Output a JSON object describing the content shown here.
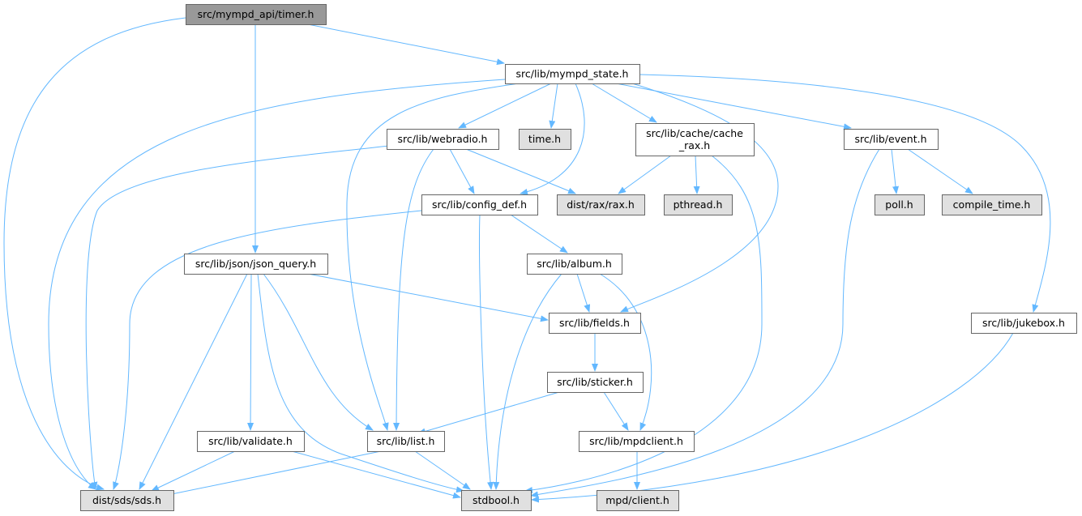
{
  "graph_title": "src/mympd_api/timer.h",
  "colors": {
    "edge": "#63b8ff",
    "root_fill": "#999999",
    "internal_fill": "#ffffff",
    "external_fill": "#e0e0e0",
    "border": "#666666"
  },
  "nodes": {
    "timer": {
      "label": [
        "src/mympd_api/timer.h"
      ],
      "kind": "root"
    },
    "mympd_state": {
      "label": [
        "src/lib/mympd_state.h"
      ],
      "kind": "internal"
    },
    "webradio": {
      "label": [
        "src/lib/webradio.h"
      ],
      "kind": "internal"
    },
    "time": {
      "label": [
        "time.h"
      ],
      "kind": "external"
    },
    "cache_rax": {
      "label": [
        "src/lib/cache/cache",
        "_rax.h"
      ],
      "kind": "internal"
    },
    "event": {
      "label": [
        "src/lib/event.h"
      ],
      "kind": "internal"
    },
    "config_def": {
      "label": [
        "src/lib/config_def.h"
      ],
      "kind": "internal"
    },
    "rax": {
      "label": [
        "dist/rax/rax.h"
      ],
      "kind": "external"
    },
    "pthread": {
      "label": [
        "pthread.h"
      ],
      "kind": "external"
    },
    "poll": {
      "label": [
        "poll.h"
      ],
      "kind": "external"
    },
    "compile_time": {
      "label": [
        "compile_time.h"
      ],
      "kind": "external"
    },
    "json_query": {
      "label": [
        "src/lib/json/json_query.h"
      ],
      "kind": "internal"
    },
    "album": {
      "label": [
        "src/lib/album.h"
      ],
      "kind": "internal"
    },
    "fields": {
      "label": [
        "src/lib/fields.h"
      ],
      "kind": "internal"
    },
    "jukebox": {
      "label": [
        "src/lib/jukebox.h"
      ],
      "kind": "internal"
    },
    "sticker": {
      "label": [
        "src/lib/sticker.h"
      ],
      "kind": "internal"
    },
    "validate": {
      "label": [
        "src/lib/validate.h"
      ],
      "kind": "internal"
    },
    "list": {
      "label": [
        "src/lib/list.h"
      ],
      "kind": "internal"
    },
    "mpdclient": {
      "label": [
        "src/lib/mpdclient.h"
      ],
      "kind": "internal"
    },
    "sds": {
      "label": [
        "dist/sds/sds.h"
      ],
      "kind": "external"
    },
    "stdbool": {
      "label": [
        "stdbool.h"
      ],
      "kind": "external"
    },
    "mpd_client": {
      "label": [
        "mpd/client.h"
      ],
      "kind": "external"
    }
  },
  "edges": [
    [
      "timer",
      "sds"
    ],
    [
      "timer",
      "json_query"
    ],
    [
      "timer",
      "mympd_state"
    ],
    [
      "mympd_state",
      "sds"
    ],
    [
      "mympd_state",
      "list"
    ],
    [
      "mympd_state",
      "webradio"
    ],
    [
      "mympd_state",
      "time"
    ],
    [
      "mympd_state",
      "config_def"
    ],
    [
      "mympd_state",
      "cache_rax"
    ],
    [
      "mympd_state",
      "event"
    ],
    [
      "mympd_state",
      "fields"
    ],
    [
      "mympd_state",
      "jukebox"
    ],
    [
      "webradio",
      "sds"
    ],
    [
      "webradio",
      "config_def"
    ],
    [
      "webradio",
      "list"
    ],
    [
      "webradio",
      "rax"
    ],
    [
      "cache_rax",
      "rax"
    ],
    [
      "cache_rax",
      "pthread"
    ],
    [
      "cache_rax",
      "stdbool"
    ],
    [
      "event",
      "stdbool"
    ],
    [
      "event",
      "poll"
    ],
    [
      "event",
      "compile_time"
    ],
    [
      "config_def",
      "sds"
    ],
    [
      "config_def",
      "stdbool"
    ],
    [
      "config_def",
      "album"
    ],
    [
      "json_query",
      "sds"
    ],
    [
      "json_query",
      "validate"
    ],
    [
      "json_query",
      "stdbool"
    ],
    [
      "json_query",
      "list"
    ],
    [
      "json_query",
      "fields"
    ],
    [
      "album",
      "stdbool"
    ],
    [
      "album",
      "fields"
    ],
    [
      "album",
      "mpdclient"
    ],
    [
      "fields",
      "sticker"
    ],
    [
      "sticker",
      "list"
    ],
    [
      "sticker",
      "mpdclient"
    ],
    [
      "list",
      "sds"
    ],
    [
      "list",
      "stdbool"
    ],
    [
      "validate",
      "sds"
    ],
    [
      "validate",
      "stdbool"
    ],
    [
      "mpdclient",
      "mpd_client"
    ],
    [
      "jukebox",
      "stdbool"
    ]
  ]
}
